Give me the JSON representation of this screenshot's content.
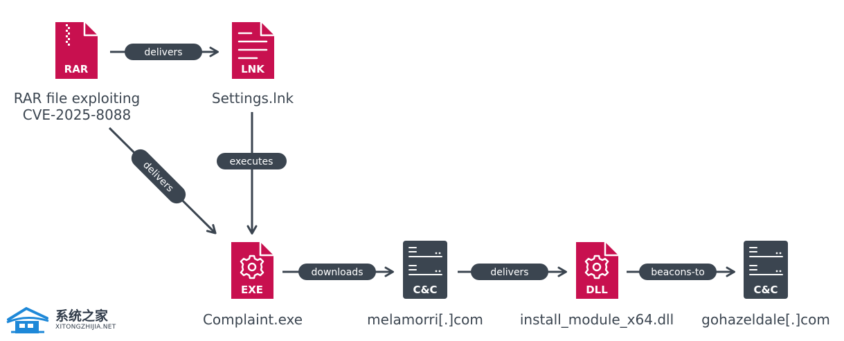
{
  "colors": {
    "doc_fill": "#c8104f",
    "server_fill": "#3b4550",
    "edge": "#3b4550",
    "label_text": "#3b4550",
    "white": "#ffffff"
  },
  "nodes": {
    "rar": {
      "badge": "RAR",
      "label_line1": "RAR file exploiting",
      "label_line2": "CVE-2025-8088",
      "icon": "zip-file-icon"
    },
    "lnk": {
      "badge": "LNK",
      "label": "Settings.lnk",
      "icon": "lines-file-icon"
    },
    "exe": {
      "badge": "EXE",
      "label": "Complaint.exe",
      "icon": "gear-file-icon"
    },
    "cc1": {
      "badge": "C&C",
      "label": "melamorri[.]com",
      "icon": "server-icon"
    },
    "dll": {
      "badge": "DLL",
      "label": "install_module_x64.dll",
      "icon": "gear-file-icon"
    },
    "cc2": {
      "badge": "C&C",
      "label": "gohazeldale[.]com",
      "icon": "server-icon"
    }
  },
  "edges": {
    "rar_lnk": {
      "label": "delivers"
    },
    "lnk_exe": {
      "label": "executes"
    },
    "rar_exe": {
      "label": "delivers"
    },
    "exe_cc1": {
      "label": "downloads"
    },
    "cc1_dll": {
      "label": "delivers"
    },
    "dll_cc2": {
      "label": "beacons-to"
    }
  },
  "watermark": {
    "title": "系统之家",
    "subtitle": "XITONGZHIJIA.NET",
    "icon": "house-logo-icon"
  }
}
